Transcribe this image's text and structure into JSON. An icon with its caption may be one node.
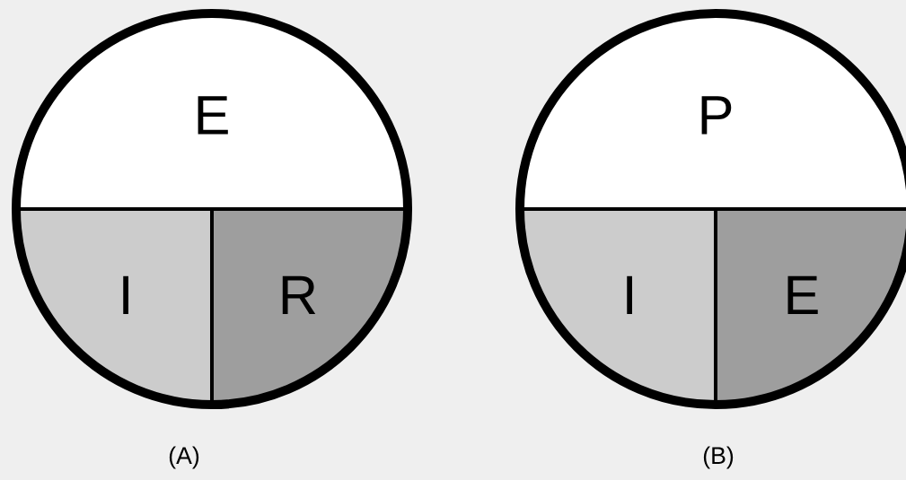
{
  "diagram": {
    "nodes": [
      {
        "text": [],
        "shape": "circle"
      },
      {
        "text": [
          "E"
        ],
        "in": 0
      },
      {
        "text": [
          "I"
        ],
        "in": 0
      },
      {
        "text": [
          "R"
        ],
        "in": 0
      },
      {
        "text": [],
        "shape": "circle"
      },
      {
        "text": [
          "P"
        ],
        "in": 4
      },
      {
        "text": [
          "I"
        ],
        "in": 4
      },
      {
        "text": [
          "E"
        ],
        "in": 4
      }
    ],
    "labels": [
      "(A)",
      "(B)"
    ]
  }
}
